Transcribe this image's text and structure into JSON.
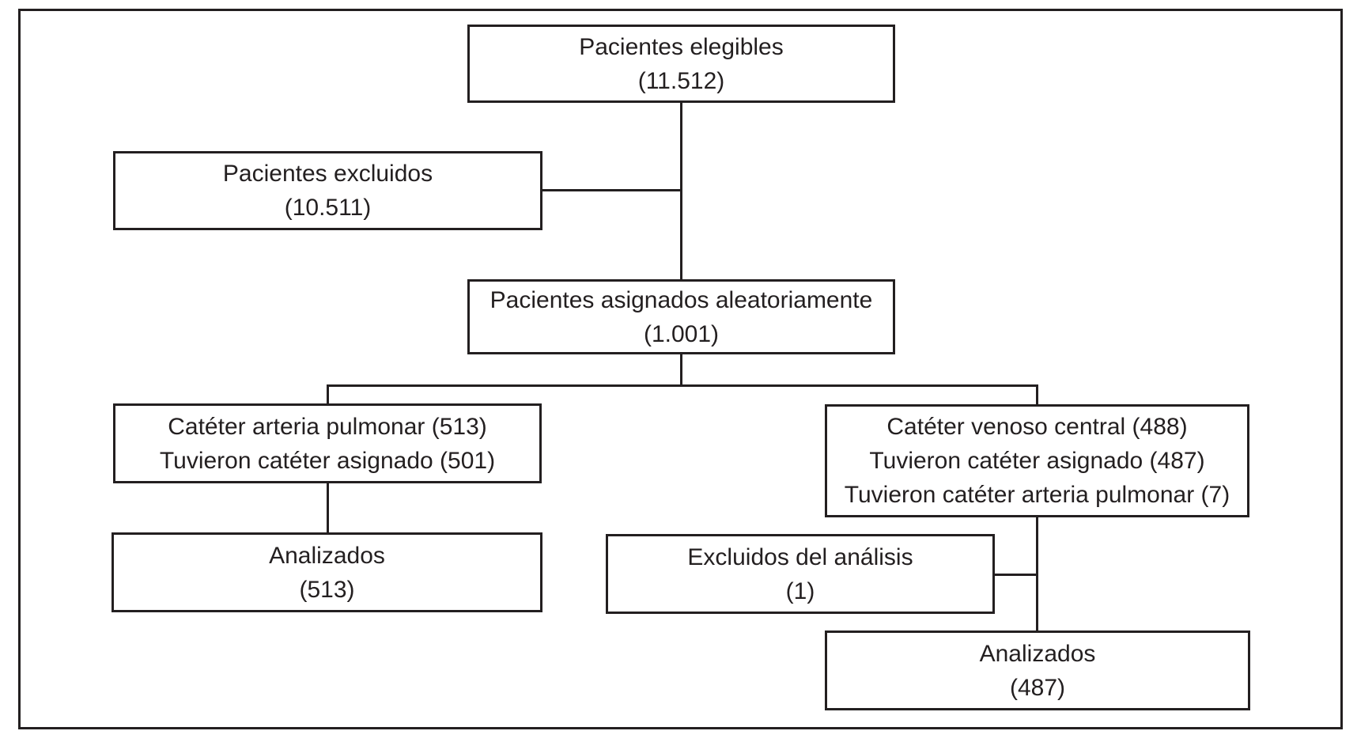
{
  "colors": {
    "line": "#231f20",
    "text": "#231f20",
    "background": "#ffffff"
  },
  "flowchart": {
    "type": "consort-flow-diagram",
    "language": "es",
    "boxes": {
      "eligible": {
        "lines": [
          "Pacientes elegibles",
          "(11.512)"
        ],
        "count": "11.512"
      },
      "excluded": {
        "lines": [
          "Pacientes excluidos",
          "(10.511)"
        ],
        "count": "10.511"
      },
      "randomized": {
        "lines": [
          "Pacientes asignados aleatoriamente",
          "(1.001)"
        ],
        "count": "1.001"
      },
      "pa_catheter": {
        "lines": [
          "Catéter arteria pulmonar (513)",
          "Tuvieron catéter asignado (501)"
        ],
        "counts": [
          "513",
          "501"
        ]
      },
      "cv_catheter": {
        "lines": [
          "Catéter venoso central (488)",
          "Tuvieron catéter asignado (487)",
          "Tuvieron catéter arteria pulmonar (7)"
        ],
        "counts": [
          "488",
          "487",
          "7"
        ]
      },
      "analyzed_pa": {
        "lines": [
          "Analizados",
          "(513)"
        ],
        "count": "513"
      },
      "excluded_analysis": {
        "lines": [
          "Excluidos del análisis",
          "(1)"
        ],
        "count": "1"
      },
      "analyzed_cv": {
        "lines": [
          "Analizados",
          "(487)"
        ],
        "count": "487"
      }
    },
    "edges": [
      {
        "from": "eligible",
        "to": "randomized"
      },
      {
        "from": "eligible-randomized-line",
        "to": "excluded"
      },
      {
        "from": "randomized",
        "to": "pa_catheter"
      },
      {
        "from": "randomized",
        "to": "cv_catheter"
      },
      {
        "from": "pa_catheter",
        "to": "analyzed_pa"
      },
      {
        "from": "cv_catheter",
        "to": "analyzed_cv"
      },
      {
        "from": "cv_catheter-analyzed_cv-line",
        "to": "excluded_analysis"
      }
    ]
  }
}
